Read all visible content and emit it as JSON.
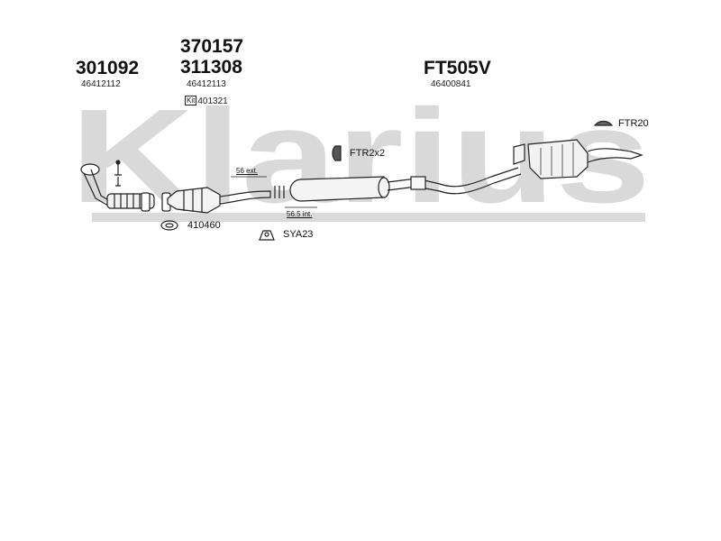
{
  "watermark": {
    "text": "Klarius",
    "color": "#d9d9d9"
  },
  "groups": [
    {
      "parts": [
        "301092"
      ],
      "oem": "46412112"
    },
    {
      "parts": [
        "370157",
        "311308"
      ],
      "oem": "46412113",
      "kit": {
        "label": "Kit",
        "number": "401321"
      }
    },
    {
      "parts": [
        "FT505V"
      ],
      "oem": "46400841"
    }
  ],
  "accessories": {
    "ftr20": "FTR20",
    "ftr2x2": "FTR2x2",
    "gasket": "410460",
    "sya23": "SYA23"
  },
  "dimensions": {
    "ext": "56 ext.",
    "int": "56.5 int."
  },
  "icons": {
    "hanger": "rubber-hanger-icon",
    "clamp": "pipe-clamp-icon",
    "gasket": "gasket-ring-icon",
    "bracket": "bracket-icon"
  }
}
